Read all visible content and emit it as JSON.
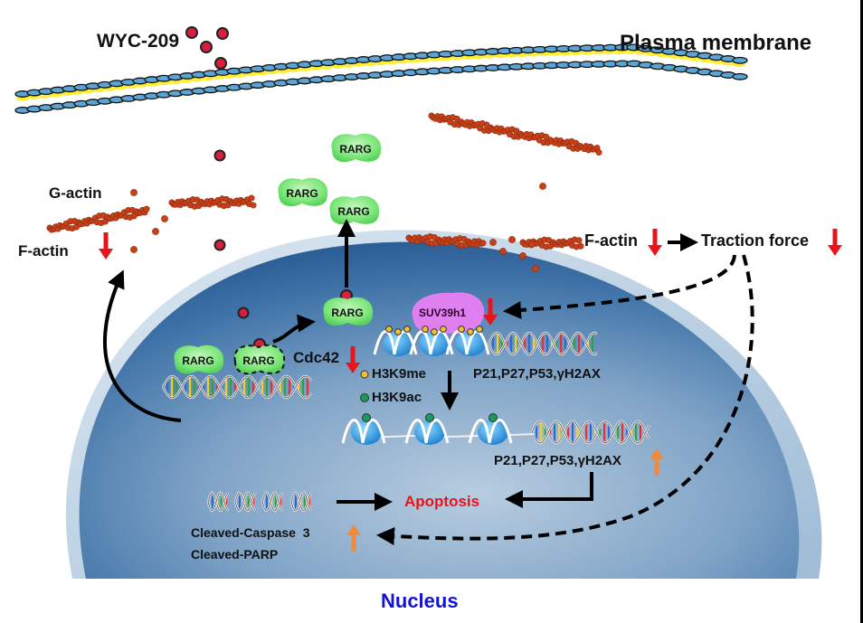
{
  "drug": {
    "label": "WYC-209"
  },
  "membrane": {
    "label": "Plasma membrane"
  },
  "cytoplasm": {
    "g_actin_label": "G-actin",
    "f_actin_label": "F-actin",
    "f_actin_right_label": "F-actin",
    "traction_label": "Traction force",
    "rarg_label": "RARG"
  },
  "nucleus": {
    "label": "Nucleus",
    "rarg_label": "RARG",
    "cdc42_label": "Cdc42",
    "suv_label": "SUV39h1",
    "legend_me": "H3K9me",
    "legend_ac": "H3K9ac",
    "genes_top": "P21,P27,P53,γH2AX",
    "genes_bottom": "P21,P27,P53,γH2AX",
    "apoptosis_label": "Apoptosis",
    "cleaved_caspase": "Cleaved-Caspase  3",
    "cleaved_parp": "Cleaved-PARP"
  },
  "colors": {
    "down_arrow": "#e8141b",
    "up_arrow": "#f08a3c",
    "apoptosis": "#e8141b",
    "nucleus_label": "#1414d0",
    "rarg_fill": "#7de67a",
    "suv_fill": "#e080f0",
    "drug_fill": "#d8203c",
    "actin": "#c8401a",
    "me_mark": "#f0c030",
    "ac_mark": "#1a9a5a"
  },
  "regulation": {
    "f_actin_left": "down",
    "f_actin_right": "down",
    "traction_force": "down",
    "cdc42": "down",
    "suv39h1": "down",
    "genes_bottom": "up",
    "cleaved_proteins": "up"
  }
}
